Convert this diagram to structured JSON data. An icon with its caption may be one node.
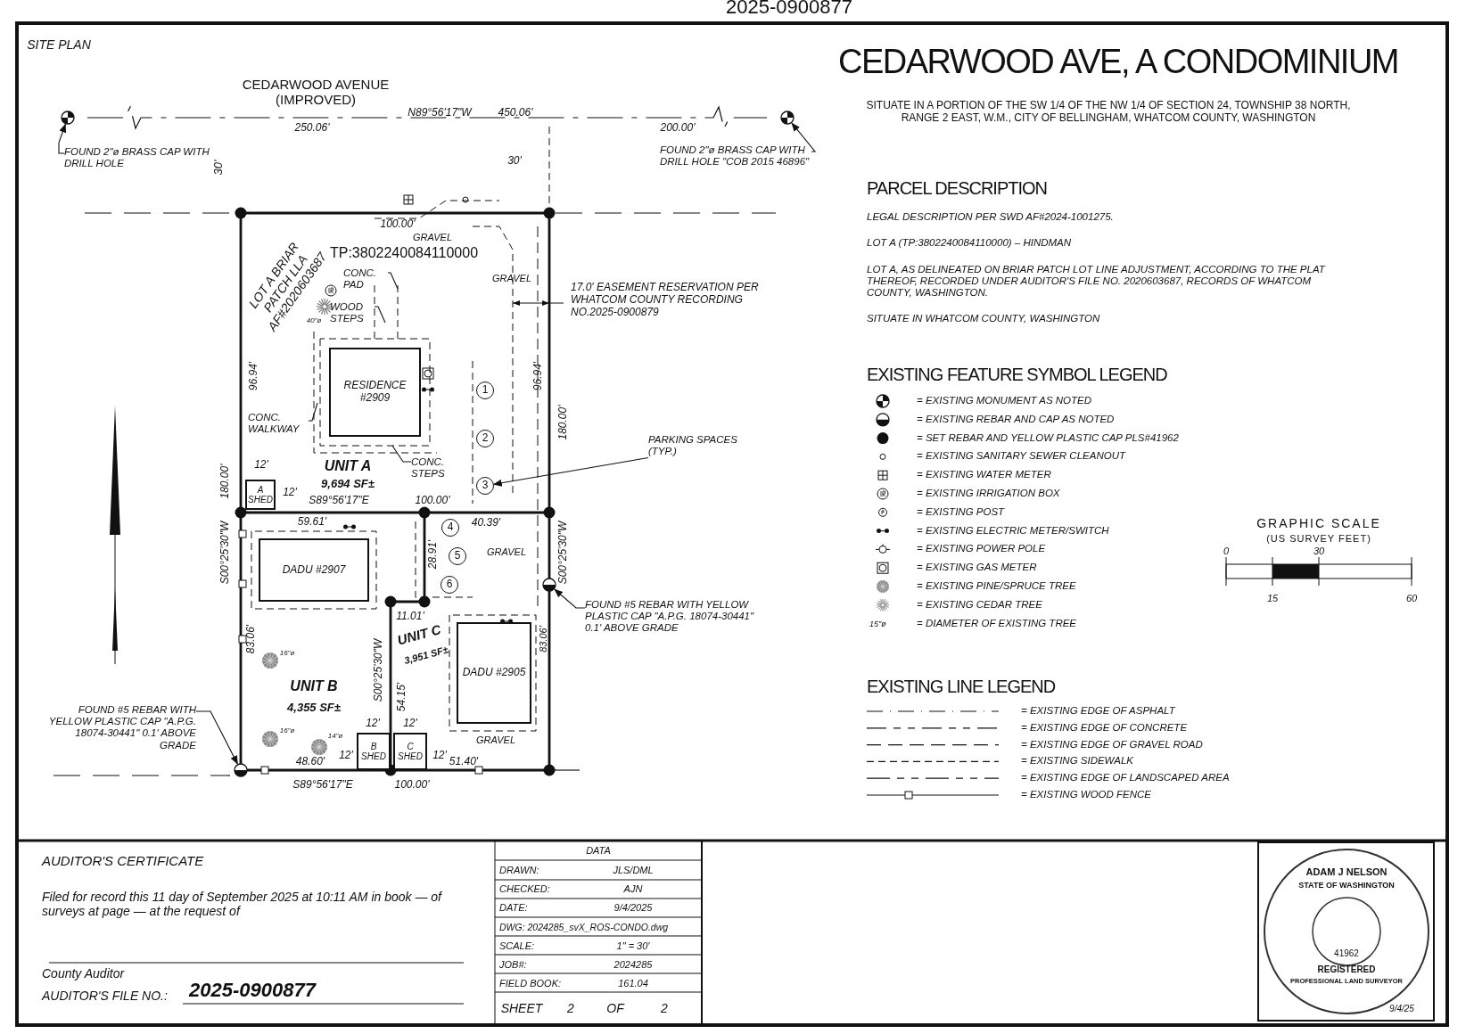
{
  "diagram": {
    "title": "CEDARWOOD AVE, A CONDOMINIUM",
    "nodes": [
      {
        "text": [],
        "shape": "circle"
      },
      {
        "text": [
          "FOUND 2\"ø BRASS CAP WITH DRILL HOLE"
        ]
      },
      {
        "text": [],
        "shape": "circle"
      },
      {
        "text": [
          "FOUND 2\"ø BRASS CAP WITH DRILL HOLE \"COB 2015 46896\""
        ]
      },
      {
        "text": [
          "CONC. PAD"
        ]
      },
      {
        "text": [
          "WOOD STEPS"
        ]
      },
      {
        "text": [
          "RESIDENCE #2909"
        ]
      },
      {
        "text": [
          "CONC. WALKWAY"
        ]
      },
      {
        "text": [
          "1"
        ]
      },
      {
        "text": [
          "2"
        ]
      },
      {
        "text": [
          "3"
        ]
      },
      {
        "text": [
          "CONC. STEPS"
        ]
      },
      {
        "text": [
          "PARKING SPACES (TYP.)"
        ]
      },
      {
        "text": [
          "A SHED"
        ]
      },
      {
        "text": [
          "4"
        ]
      },
      {
        "text": [
          "5"
        ]
      },
      {
        "text": [
          "6"
        ]
      },
      {
        "text": [
          "DADU #2907"
        ]
      },
      {
        "text": [],
        "shape": "circle"
      },
      {
        "text": [
          "FOUND #5 REBAR WITH YELLOW PLASTIC CAP \"A.P.G. 18074-30441\" 0.1' ABOVE GRADE"
        ]
      },
      {
        "text": [
          "DADU #2905"
        ]
      },
      {
        "text": [
          "FOUND #5 REBAR WITH YELLOW PLASTIC CAP \"A.P.G. 18074-30441\" 0.1' ABOVE GRADE"
        ]
      },
      {
        "text": [],
        "shape": "circle"
      },
      {
        "text": [
          "B SHED"
        ]
      },
      {
        "text": [
          "C SHED"
        ]
      }
    ],
    "edges": [
      {
        "from": 1,
        "to": 0,
        "arrow": "to"
      },
      {
        "from": 3,
        "to": 2,
        "arrow": "to"
      },
      {
        "from": 4,
        "to": null,
        "arrow": "none"
      },
      {
        "from": 5,
        "to": null,
        "arrow": "none"
      },
      {
        "from": 7,
        "to": null,
        "arrow": "none"
      },
      {
        "from": 11,
        "to": null,
        "arrow": "none"
      },
      {
        "from": 12,
        "to": 10,
        "arrow": "to"
      },
      {
        "from": 19,
        "to": 18,
        "arrow": "to"
      },
      {
        "from": 21,
        "to": 22,
        "arrow": "to"
      }
    ],
    "labels": [
      "2025-0900877",
      "SITE PLAN",
      "CEDARWOOD AVENUE (IMPROVED)",
      "N89°56'17\"W",
      "450.06'",
      "250.06'",
      "200.00'",
      "30'",
      "30'",
      "100.00'",
      "GRAVEL",
      "TP:3802240084110000",
      "LOT A BRIAR PATCH LLA AF#2020603687",
      "GRAVEL",
      "17.0' EASEMENT RESERVATION PER WHATCOM COUNTY RECORDING NO.2025-0900879",
      "40\"ø",
      "96.94'",
      "96.94'",
      "180.00'",
      "UNIT A",
      "9,694 SF±",
      "12'",
      "180.00'",
      "12'",
      "S89°56'17\"E",
      "100.00'",
      "59.61'",
      "40.39'",
      "28.91'",
      "GRAVEL",
      "S00°25'30\"W",
      "S00°25'30\"W",
      "11.01'",
      "UNIT C",
      "3,951 SF±",
      "83.06'",
      "83.06'",
      "S00°25'30\"W",
      "54.15'",
      "16\"ø",
      "UNIT B",
      "4,355 SF±",
      "GRAVEL",
      "12'",
      "12'",
      "16\"ø",
      "14\"ø",
      "12'",
      "12'",
      "48.60'",
      "51.40'",
      "S89°56'17\"E",
      "100.00'",
      "SITUATE IN A PORTION OF THE SW 1/4 OF THE NW 1/4 OF SECTION 24, TOWNSHIP 38 NORTH, RANGE 2 EAST, W.M., CITY OF BELLINGHAM, WHATCOM COUNTY, WASHINGTON",
      "PARCEL DESCRIPTION",
      "LEGAL DESCRIPTION PER SWD AF#2024-1001275.",
      "LOT A (TP:3802240084110000) – HINDMAN",
      "LOT A, AS DELINEATED ON BRIAR PATCH LOT LINE ADJUSTMENT, ACCORDING TO THE PLAT THEREOF, RECORDED UNDER AUDITOR'S FILE NO. 2020603687, RECORDS OF WHATCOM COUNTY, WASHINGTON.",
      "SITUATE IN WHATCOM COUNTY, WASHINGTON",
      "EXISTING FEATURE SYMBOL LEGEND",
      "15\"ø",
      "GRAPHIC SCALE",
      "(US SURVEY FEET)",
      "0",
      "30",
      "15",
      "60",
      "EXISTING LINE LEGEND",
      "AUDITOR'S CERTIFICATE",
      "Filed for record this 11 day of September 2025 at 10:11 AM in book — of surveys at page — at the request of",
      "County Auditor",
      "AUDITOR'S FILE NO.:",
      "2025-0900877",
      "DATA",
      "DRAWN:",
      "JLS/DML",
      "CHECKED:",
      "AJN",
      "DATE:",
      "9/4/2025",
      "DWG: 2024285_svX_ROS-CONDO.dwg",
      "SCALE:",
      "1\" = 30'",
      "JOB#:",
      "2024285",
      "FIELD BOOK:",
      "161.04",
      "SHEET",
      "2",
      "OF",
      "2",
      "ADAM J NELSON",
      "STATE OF WASHINGTON",
      "41962",
      "REGISTERED",
      "PROFESSIONAL LAND SURVEYOR",
      "9/4/25"
    ],
    "legend": [
      {
        "text": "= EXISTING MONUMENT AS NOTED"
      },
      {
        "text": "= EXISTING REBAR AND CAP AS NOTED"
      },
      {
        "text": "= SET REBAR AND YELLOW PLASTIC CAP PLS#41962"
      },
      {
        "text": "= EXISTING SANITARY SEWER CLEANOUT"
      },
      {
        "text": "= EXISTING WATER METER"
      },
      {
        "text": "= EXISTING IRRIGATION BOX"
      },
      {
        "text": "= EXISTING POST"
      },
      {
        "text": "= EXISTING ELECTRIC METER/SWITCH"
      },
      {
        "text": "= EXISTING POWER POLE"
      },
      {
        "text": "= EXISTING GAS METER"
      },
      {
        "text": "= EXISTING PINE/SPRUCE TREE"
      },
      {
        "text": "= EXISTING CEDAR TREE"
      },
      {
        "text": "= DIAMETER OF EXISTING TREE"
      },
      {
        "text": "= EXISTING EDGE OF ASPHALT"
      },
      {
        "text": "= EXISTING EDGE OF CONCRETE"
      },
      {
        "text": "= EXISTING EDGE OF GRAVEL ROAD"
      },
      {
        "text": "= EXISTING SIDEWALK"
      },
      {
        "text": "= EXISTING EDGE OF LANDSCAPED AREA"
      },
      {
        "text": "= EXISTING WOOD FENCE"
      }
    ]
  }
}
